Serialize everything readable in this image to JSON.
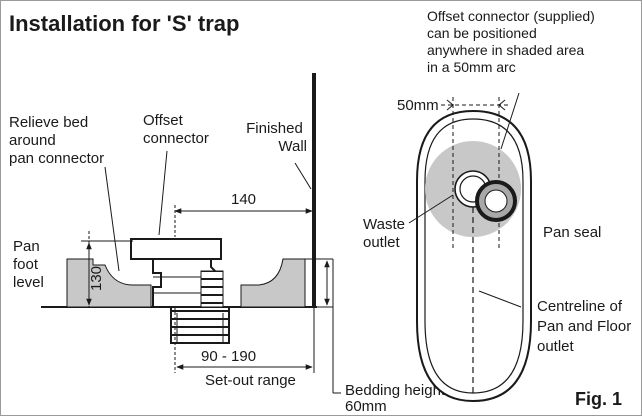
{
  "title": "Installation for 'S' trap",
  "figure_label": "Fig. 1",
  "labels": {
    "relieve_bed": [
      "Relieve bed",
      "around",
      "pan connector"
    ],
    "offset_connector": [
      "Offset",
      "connector"
    ],
    "finished_wall": [
      "Finished",
      "Wall"
    ],
    "pan_foot_level": [
      "Pan",
      "foot",
      "level"
    ],
    "dim_130": "130",
    "dim_140": "140",
    "setout_dim": "90 - 190",
    "setout_label": "Set-out range",
    "bedding": [
      "Bedding height",
      "60mm"
    ],
    "supplied_note": [
      "Offset connector (supplied)",
      "can be positioned",
      "anywhere in shaded area",
      "in a 50mm arc"
    ],
    "dim_50mm": "50mm",
    "waste_outlet": [
      "Waste",
      "outlet"
    ],
    "pan_seal": "Pan seal",
    "centreline": [
      "Centreline of",
      "Pan and Floor",
      "outlet"
    ]
  },
  "colors": {
    "line": "#1a1a1a",
    "shade": "#c8c8c8",
    "shade_dark": "#a8a8a8",
    "background": "#ffffff",
    "frame": "#9a9a9a"
  }
}
